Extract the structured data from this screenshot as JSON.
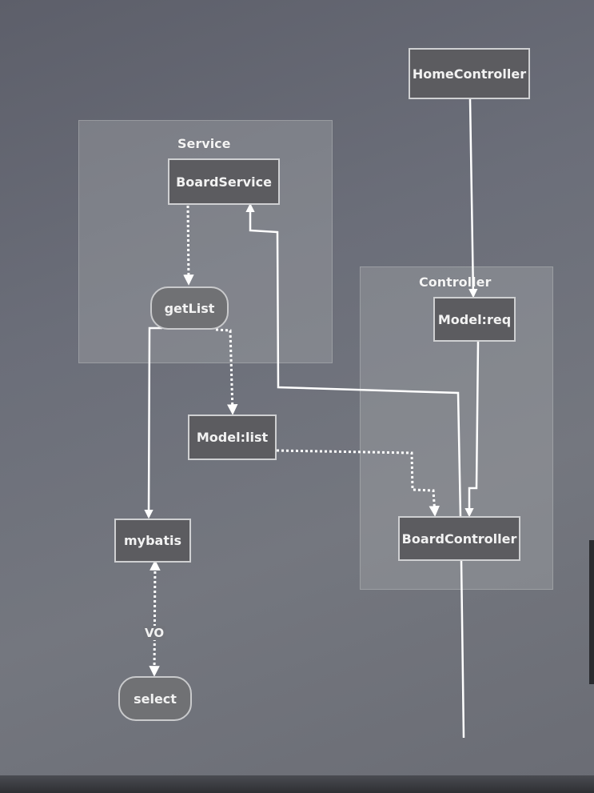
{
  "diagram": {
    "groups": {
      "service": {
        "label": "Service"
      },
      "controller": {
        "label": "Controller"
      }
    },
    "nodes": {
      "home_controller": "HomeController",
      "board_service": "BoardService",
      "get_list": "getList",
      "model_req": "Model:req",
      "model_list": "Model:list",
      "mybatis": "mybatis",
      "board_controller": "BoardController",
      "select": "select"
    },
    "edge_labels": {
      "vo": "VO"
    },
    "colors": {
      "edge": "#ffffff",
      "node_fill": "#5c5c60",
      "group_fill": "#a5a8aa"
    }
  }
}
